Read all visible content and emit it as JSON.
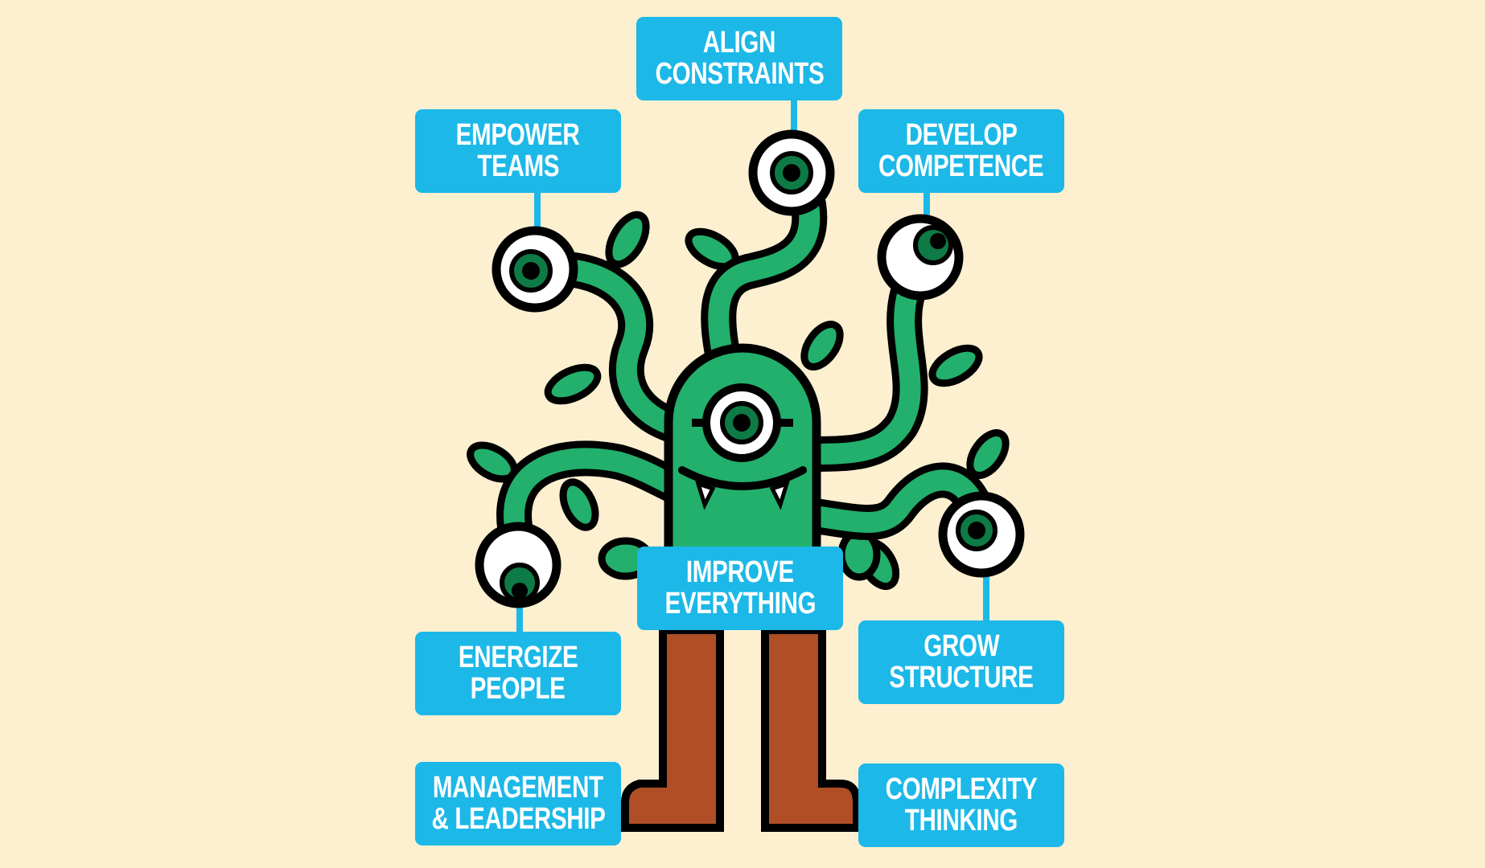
{
  "labels": {
    "align": [
      "ALIGN",
      "CONSTRAINTS"
    ],
    "empower": [
      "EMPOWER",
      "TEAMS"
    ],
    "develop": [
      "DEVELOP",
      "COMPETENCE"
    ],
    "improve": [
      "IMPROVE",
      "EVERYTHING"
    ],
    "energize": [
      "ENERGIZE",
      "PEOPLE"
    ],
    "grow": [
      "GROW",
      "STRUCTURE"
    ],
    "management": [
      "MANAGEMENT",
      "& LEADERSHIP"
    ],
    "complexity": [
      "COMPLEXITY",
      "THINKING"
    ]
  },
  "colors": {
    "background": "#FDF0D0",
    "box": "#1CB8E8",
    "monster": "#22B06C",
    "iris": "#0E7A45",
    "legs": "#B04E26"
  }
}
